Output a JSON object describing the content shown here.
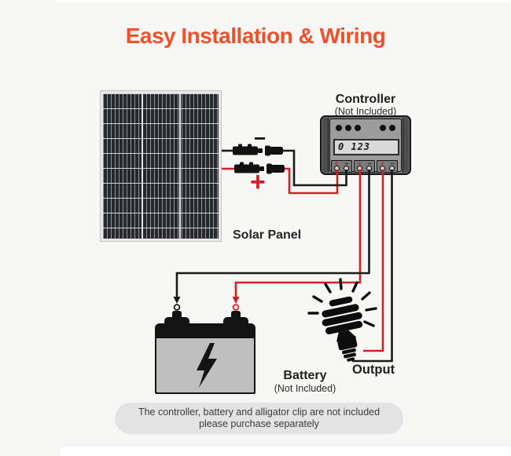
{
  "title": "Easy Installation & Wiring",
  "colors": {
    "accent": "#F0502A",
    "wire_red": "#D22027",
    "wire_black": "#1A1A1A",
    "controller_body": "#6E6E6E",
    "controller_panel": "#9C9C9C",
    "lcd_background": "#D9D9D9",
    "panel_cell": "#26282B",
    "battery_body": "#BFBFBF",
    "footer_background": "#E3E3E3"
  },
  "polarity": {
    "plus": "+",
    "minus": "−"
  },
  "controller": {
    "label": "Controller",
    "sublabel": "(Not Included)",
    "display": "0 123"
  },
  "solar_panel": {
    "label": "Solar Panel"
  },
  "battery": {
    "label": "Battery",
    "sublabel": "(Not Included)"
  },
  "output": {
    "label": "Output"
  },
  "footer": {
    "line1": "The controller, battery and alligator clip are not included",
    "line2": "please purchase separately"
  },
  "icons": {
    "battery_symbol": "lightning-bolt-icon",
    "load_symbol": "cfl-bulb-icon",
    "connector_type": "mc4-connector"
  }
}
